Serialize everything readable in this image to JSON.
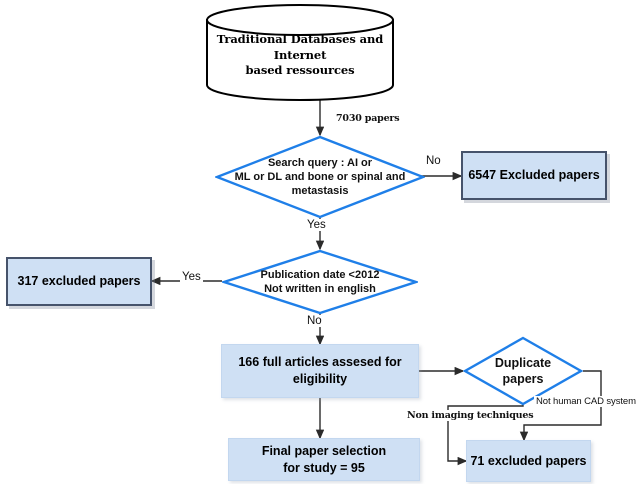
{
  "diagram": {
    "title": "Study selection flowchart",
    "type": "flowchart",
    "colors": {
      "box_fill": "#cfe0f4",
      "box_border_dark": "#46536b",
      "box_border_light": "#c3d7ef",
      "diamond_border": "#1f7fe8",
      "cylinder_border": "#000000",
      "edge": "#2b2b2b",
      "text": "#000000",
      "background": "#ffffff"
    },
    "nodes": {
      "source": {
        "shape": "cylinder",
        "line1": "Traditional Databases and Internet",
        "line2": "based ressources"
      },
      "search_query": {
        "shape": "diamond",
        "line1": "Search query : AI or",
        "line2": "ML or DL and bone or spinal and",
        "line3": "metastasis"
      },
      "excluded_6547": {
        "shape": "box",
        "label": "6547 Excluded papers"
      },
      "publication_filter": {
        "shape": "diamond",
        "line1": "Publication date <2012",
        "line2": "Not written in english"
      },
      "excluded_317": {
        "shape": "box",
        "label": "317 excluded papers"
      },
      "full_articles": {
        "shape": "box",
        "line1": "166 full articles assesed for",
        "line2": "eligibility"
      },
      "duplicate_papers": {
        "shape": "diamond",
        "line1": "Duplicate",
        "line2": "papers"
      },
      "final_selection": {
        "shape": "box",
        "line1": "Final paper selection",
        "line2": "for study = 95"
      },
      "excluded_71": {
        "shape": "box",
        "label": "71 excluded papers"
      }
    },
    "edge_labels": {
      "papers_count": "7030 papers",
      "query_no": "No",
      "query_yes": "Yes",
      "pub_yes": "Yes",
      "pub_no": "No",
      "non_imaging": "Non imaging techniques",
      "not_human_cad": "Not human CAD system"
    }
  }
}
